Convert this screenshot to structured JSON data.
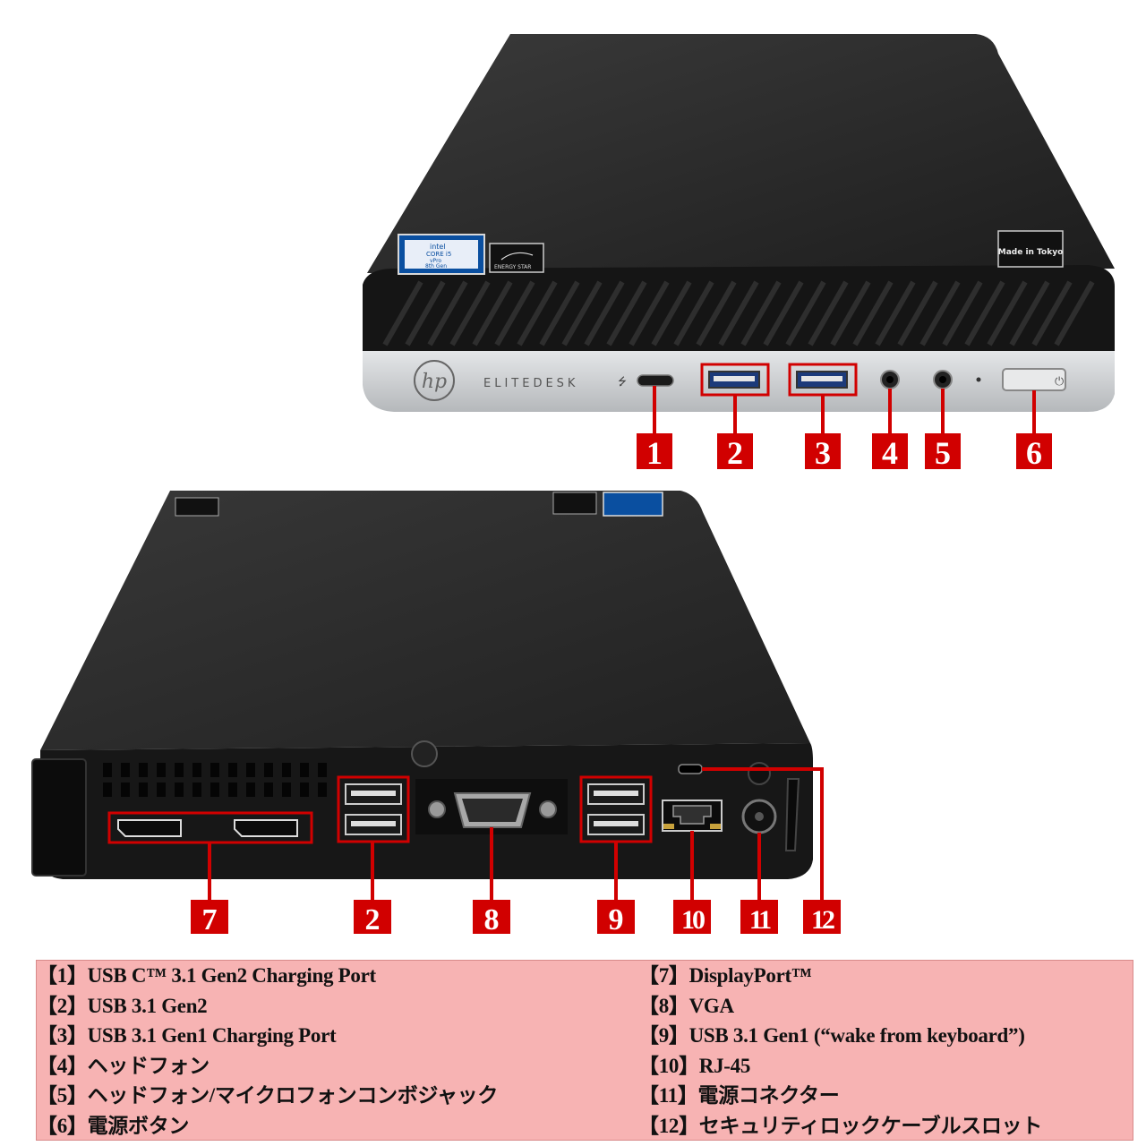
{
  "front": {
    "brand_text": "ELITEDESK",
    "hp_logo": "hp",
    "badges": {
      "intel_line1": "intel",
      "intel_line2": "CORE i5",
      "intel_line3": "vPro",
      "intel_line4": "8th Gen",
      "energy_star": "ENERGY STAR",
      "made_in_tokyo": "Made in Tokyo"
    },
    "callouts": [
      "1",
      "2",
      "3",
      "4",
      "5",
      "6"
    ]
  },
  "back": {
    "callouts": [
      "7",
      "2",
      "8",
      "9",
      "10",
      "11",
      "12"
    ]
  },
  "legend": {
    "left": [
      "【1】USB C™ 3.1 Gen2 Charging Port",
      "【2】USB 3.1 Gen2",
      "【3】USB 3.1 Gen1 Charging Port",
      "【4】ヘッドフォン",
      "【5】ヘッドフォン/マイクロフォンコンボジャック",
      "【6】電源ボタン"
    ],
    "right": [
      "【7】DisplayPort™",
      "【8】VGA",
      "【9】USB 3.1 Gen1 (“wake from keyboard”)",
      "【10】RJ-45",
      "【11】電源コネクター",
      "【12】セキュリティロックケーブルスロット"
    ]
  },
  "colors": {
    "callout_red": "#d10000",
    "legend_bg": "#f7b3b3",
    "chassis": "#2b2b2b",
    "silver": "#c9cbce"
  }
}
